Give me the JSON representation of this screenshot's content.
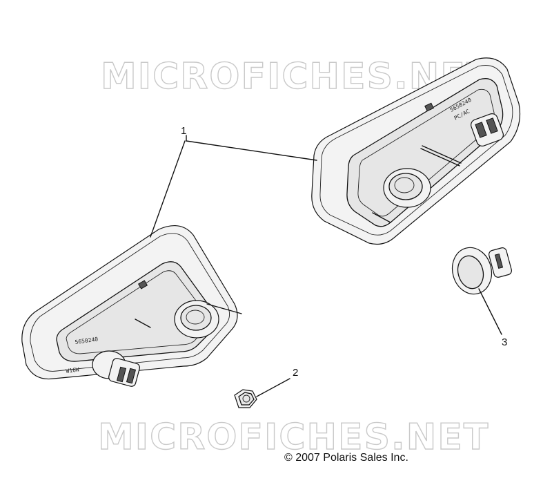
{
  "watermark": {
    "top_text": "MICROFICHES.NET",
    "bottom_text": "MICROFICHES.NET"
  },
  "callouts": [
    {
      "id": "1",
      "label": "1"
    },
    {
      "id": "2",
      "label": "2"
    },
    {
      "id": "3",
      "label": "3"
    }
  ],
  "part_markings": {
    "left_lamp_bulb": "W16W",
    "left_lamp_code": "5650240",
    "right_lamp_code": "5650240",
    "right_lamp_bulb": "PC/AC"
  },
  "copyright": "© 2007 Polaris Sales Inc.",
  "colors": {
    "line": "#111111",
    "watermark": "#c9c9c9",
    "background": "#ffffff"
  }
}
